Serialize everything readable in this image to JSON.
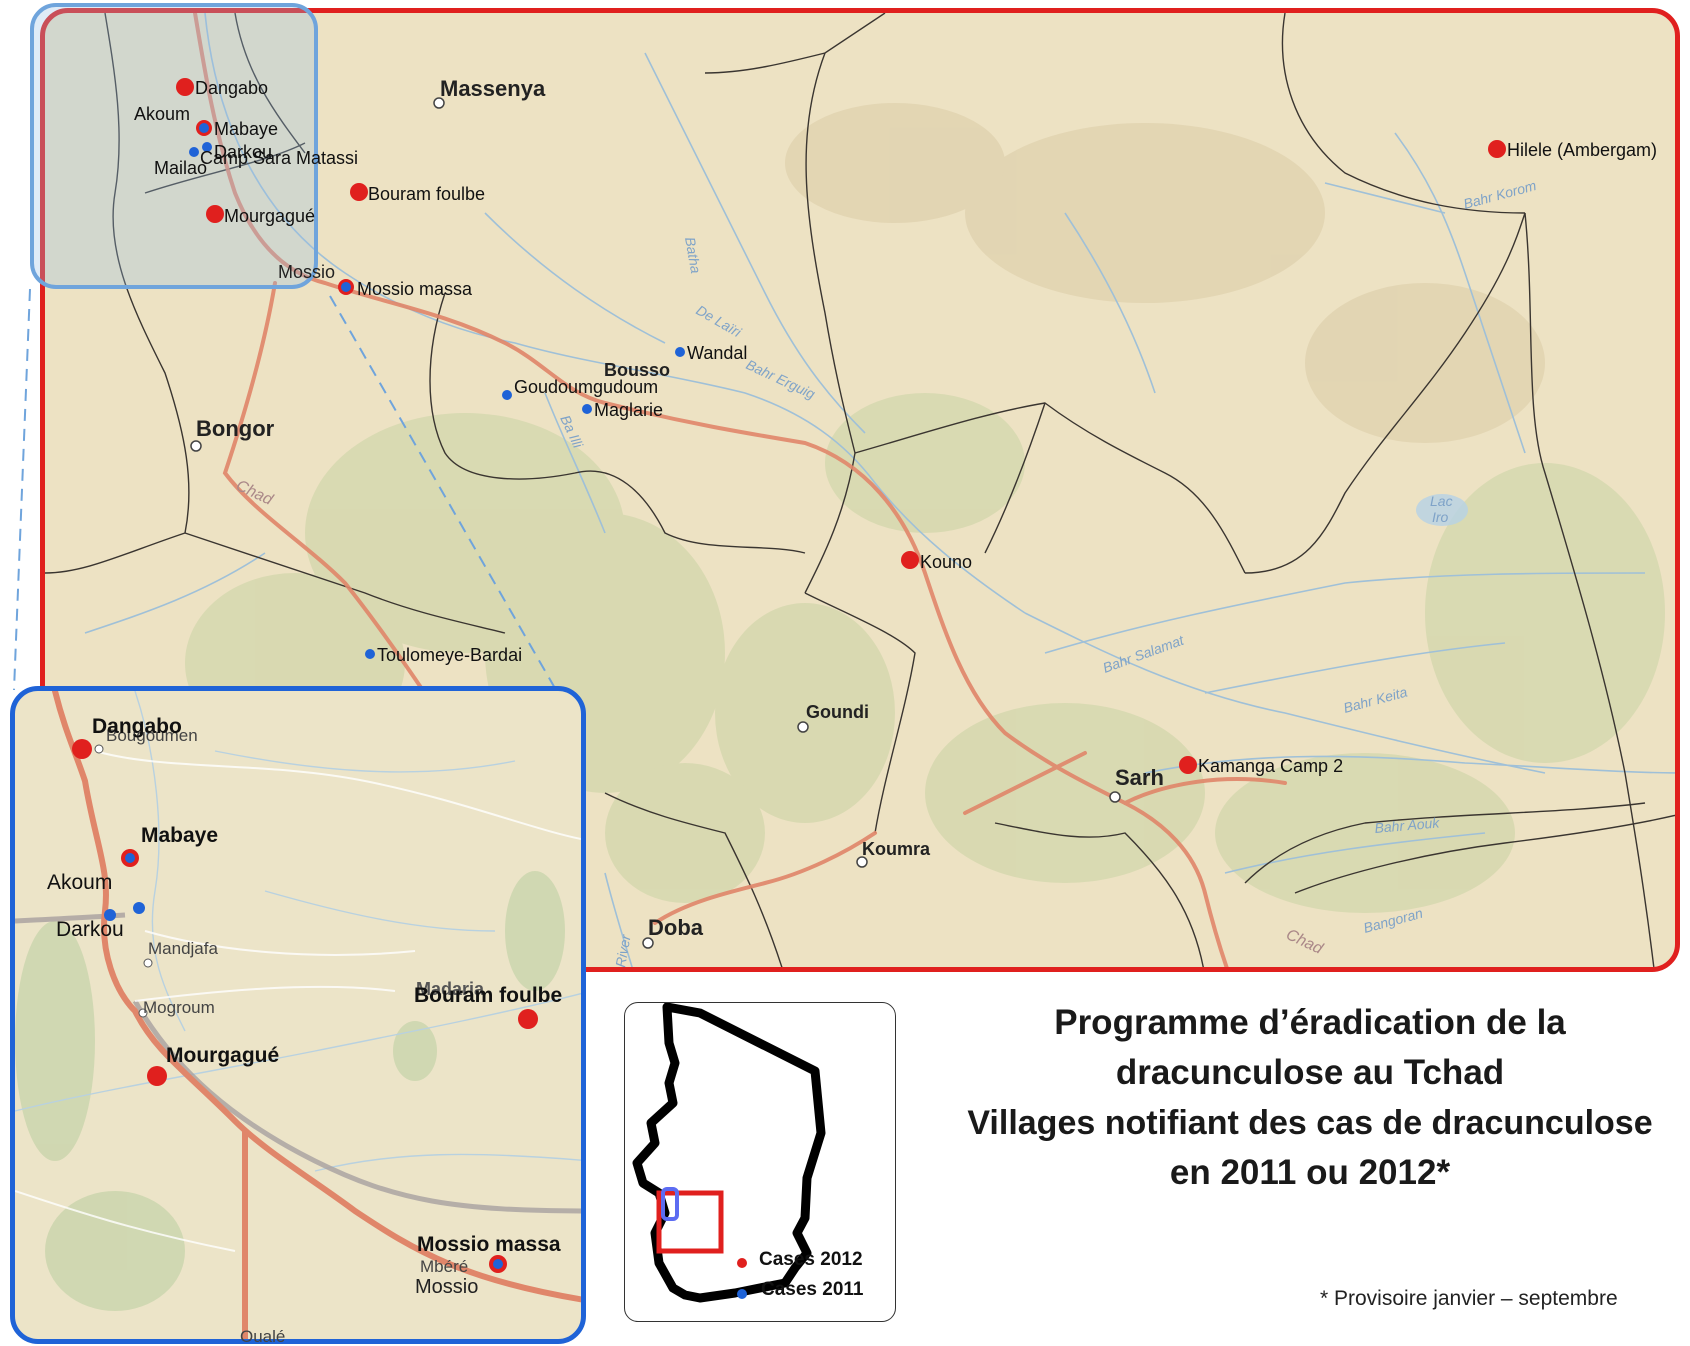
{
  "title": {
    "line1": "Programme d’éradication de la",
    "line2": "dracunculose au Tchad",
    "line3": "Villages notifiant des cas de dracunculose",
    "line4": "en 2011 ou 2012*"
  },
  "footnote": "* Provisoire janvier – septembre",
  "legend": {
    "items": [
      {
        "label": "Cases 2012",
        "color": "#e0201e"
      },
      {
        "label": "Cases 2011",
        "color": "#1f63d7"
      }
    ]
  },
  "colors": {
    "cases_2012": "#e0201e",
    "cases_2011": "#1f63d7",
    "main_frame": "#e0201e",
    "inset_frame": "#1f63d7"
  },
  "main_map": {
    "towns": [
      "Massenya",
      "Bongor",
      "Bousso",
      "Goundi",
      "Koumra",
      "Doba",
      "Sarh",
      "Mossio"
    ],
    "rivers": [
      "Chad",
      "Batha De Laïri",
      "Bahr Erguig",
      "Ba Illi",
      "Bahr Salamat",
      "Bahr Keita",
      "Bahr Aouk",
      "Bangoran",
      "Bahr Korom",
      "Lac Iro",
      "River"
    ],
    "villages_2012": [
      "Dangabo",
      "Mabaye",
      "Mourgagué",
      "Bouram foulbe",
      "Mossio massa",
      "Kouno",
      "Kamanga Camp 2",
      "Hilele (Ambergam)"
    ],
    "villages_2011": [
      "Akoum",
      "Darkou",
      "Camp Sara Matassi",
      "Mailao",
      "Wandal",
      "Goudoumgudoum",
      "Maglarie",
      "Toulomeye-Bardai"
    ]
  },
  "inset_map": {
    "villages_2012": [
      "Dangabo",
      "Mabaye",
      "Mourgagué",
      "Bouram foulbe",
      "Mossio massa"
    ],
    "villages_2011": [
      "Akoum",
      "Darkou"
    ],
    "places": [
      "Bougoumen",
      "Mandjafa",
      "Mogroum",
      "Mossio",
      "Mbéré",
      "Oualé",
      "Madaria"
    ]
  }
}
